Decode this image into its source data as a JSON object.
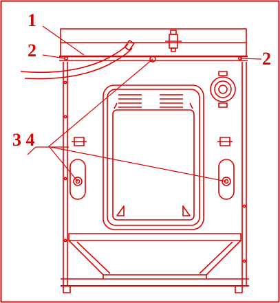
{
  "diagram": {
    "callouts": {
      "c1": "1",
      "c2_left": "2",
      "c2_right": "2",
      "c34": "3 4"
    },
    "colors": {
      "line": "#e00000",
      "background": "#ffffff"
    }
  }
}
